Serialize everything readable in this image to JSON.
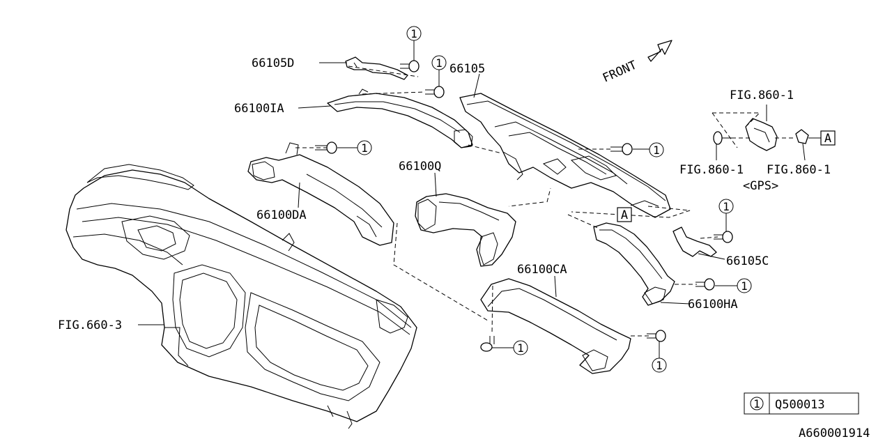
{
  "labels": {
    "bracket_upper": "66105D",
    "defroster_nozzle": "66105",
    "duct_center_upper": "66100IA",
    "duct_left": "66100DA",
    "duct_center": "66100Q",
    "duct_center_lower": "66100CA",
    "bracket_right": "66105C",
    "duct_right": "66100HA",
    "instrument_panel_ref": "FIG.660-3",
    "fig_gps_top": "FIG.860-1",
    "fig_gps_left": "FIG.860-1",
    "fig_gps_right": "FIG.860-1",
    "gps_note": "<GPS>",
    "front_arrow": "FRONT",
    "ref_marker": "A"
  },
  "fastener_callout": "1",
  "legend": {
    "symbol": "1",
    "part_number": "Q500013"
  },
  "diagram_id": "A660001914"
}
